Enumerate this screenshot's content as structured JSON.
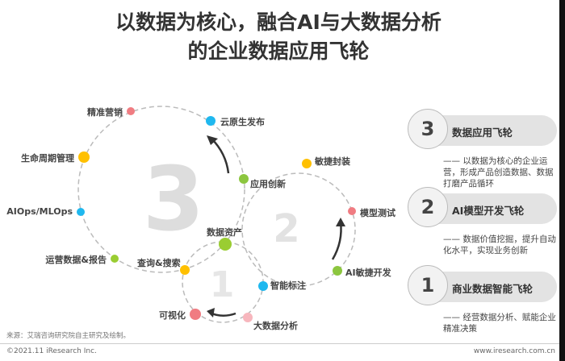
{
  "title": {
    "line1": "以数据为核心，融合AI与大数据分析",
    "line2": "的企业数据应用飞轮"
  },
  "diagram": {
    "big_numbers": [
      "3",
      "2",
      "1"
    ],
    "nodes": [
      {
        "label": "精准营销",
        "color": "#f07c82"
      },
      {
        "label": "云原生发布",
        "color": "#1fb8ef"
      },
      {
        "label": "生命周期管理",
        "color": "#ffc000"
      },
      {
        "label": "AIOps/MLOps",
        "color": "#1fb8ef"
      },
      {
        "label": "运营数据&报告",
        "color": "#9acd32"
      },
      {
        "label": "查询&搜索",
        "color": "#ffc000"
      },
      {
        "label": "数据资产",
        "color": "#9acd32"
      },
      {
        "label": "应用创新",
        "color": "#8cc63f"
      },
      {
        "label": "敏捷封装",
        "color": "#ffc000"
      },
      {
        "label": "模型测试",
        "color": "#f07c82"
      },
      {
        "label": "AI敏捷开发",
        "color": "#8cc63f"
      },
      {
        "label": "智能标注",
        "color": "#1fb8ef"
      },
      {
        "label": "可视化",
        "color": "#f07c82"
      },
      {
        "label": "大数据分析",
        "color": "#f7b6bd"
      }
    ]
  },
  "legend": [
    {
      "num": "3",
      "title": "数据应用飞轮",
      "desc": "—— 以数据为核心的企业运营，形成产品创造数据、数据打磨产品循环"
    },
    {
      "num": "2",
      "title": "AI模型开发飞轮",
      "desc": "—— 数据价值挖掘，提升自动化水平，实现业务创新"
    },
    {
      "num": "1",
      "title": "商业数据智能飞轮",
      "desc": "—— 经营数据分析、赋能企业精准决策"
    }
  ],
  "footer": {
    "source": "来源：艾瑞咨询研究院自主研究及绘制。",
    "copyright": "©2021.11 iResearch Inc.",
    "website": "www.iresearch.com.cn"
  }
}
